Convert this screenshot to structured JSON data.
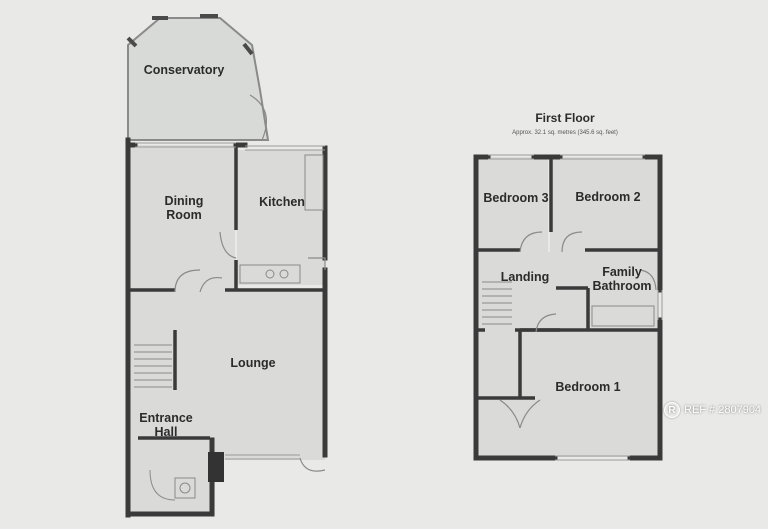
{
  "ground_floor": {
    "rooms": {
      "conservatory": "Conservatory",
      "dining_room_line1": "Dining",
      "dining_room_line2": "Room",
      "kitchen": "Kitchen",
      "lounge": "Lounge",
      "entrance_line1": "Entrance",
      "entrance_line2": "Hall"
    }
  },
  "first_floor": {
    "title": "First Floor",
    "area_note": "Approx. 32.1 sq. metres (345.6 sq. feet)",
    "rooms": {
      "bedroom3": "Bedroom 3",
      "bedroom2": "Bedroom 2",
      "landing": "Landing",
      "family_bathroom_line1": "Family",
      "family_bathroom_line2": "Bathroom",
      "bedroom1": "Bedroom 1"
    }
  },
  "ref": {
    "icon": "registered-icon",
    "icon_glyph": "R",
    "text": "REF # 2807904"
  }
}
